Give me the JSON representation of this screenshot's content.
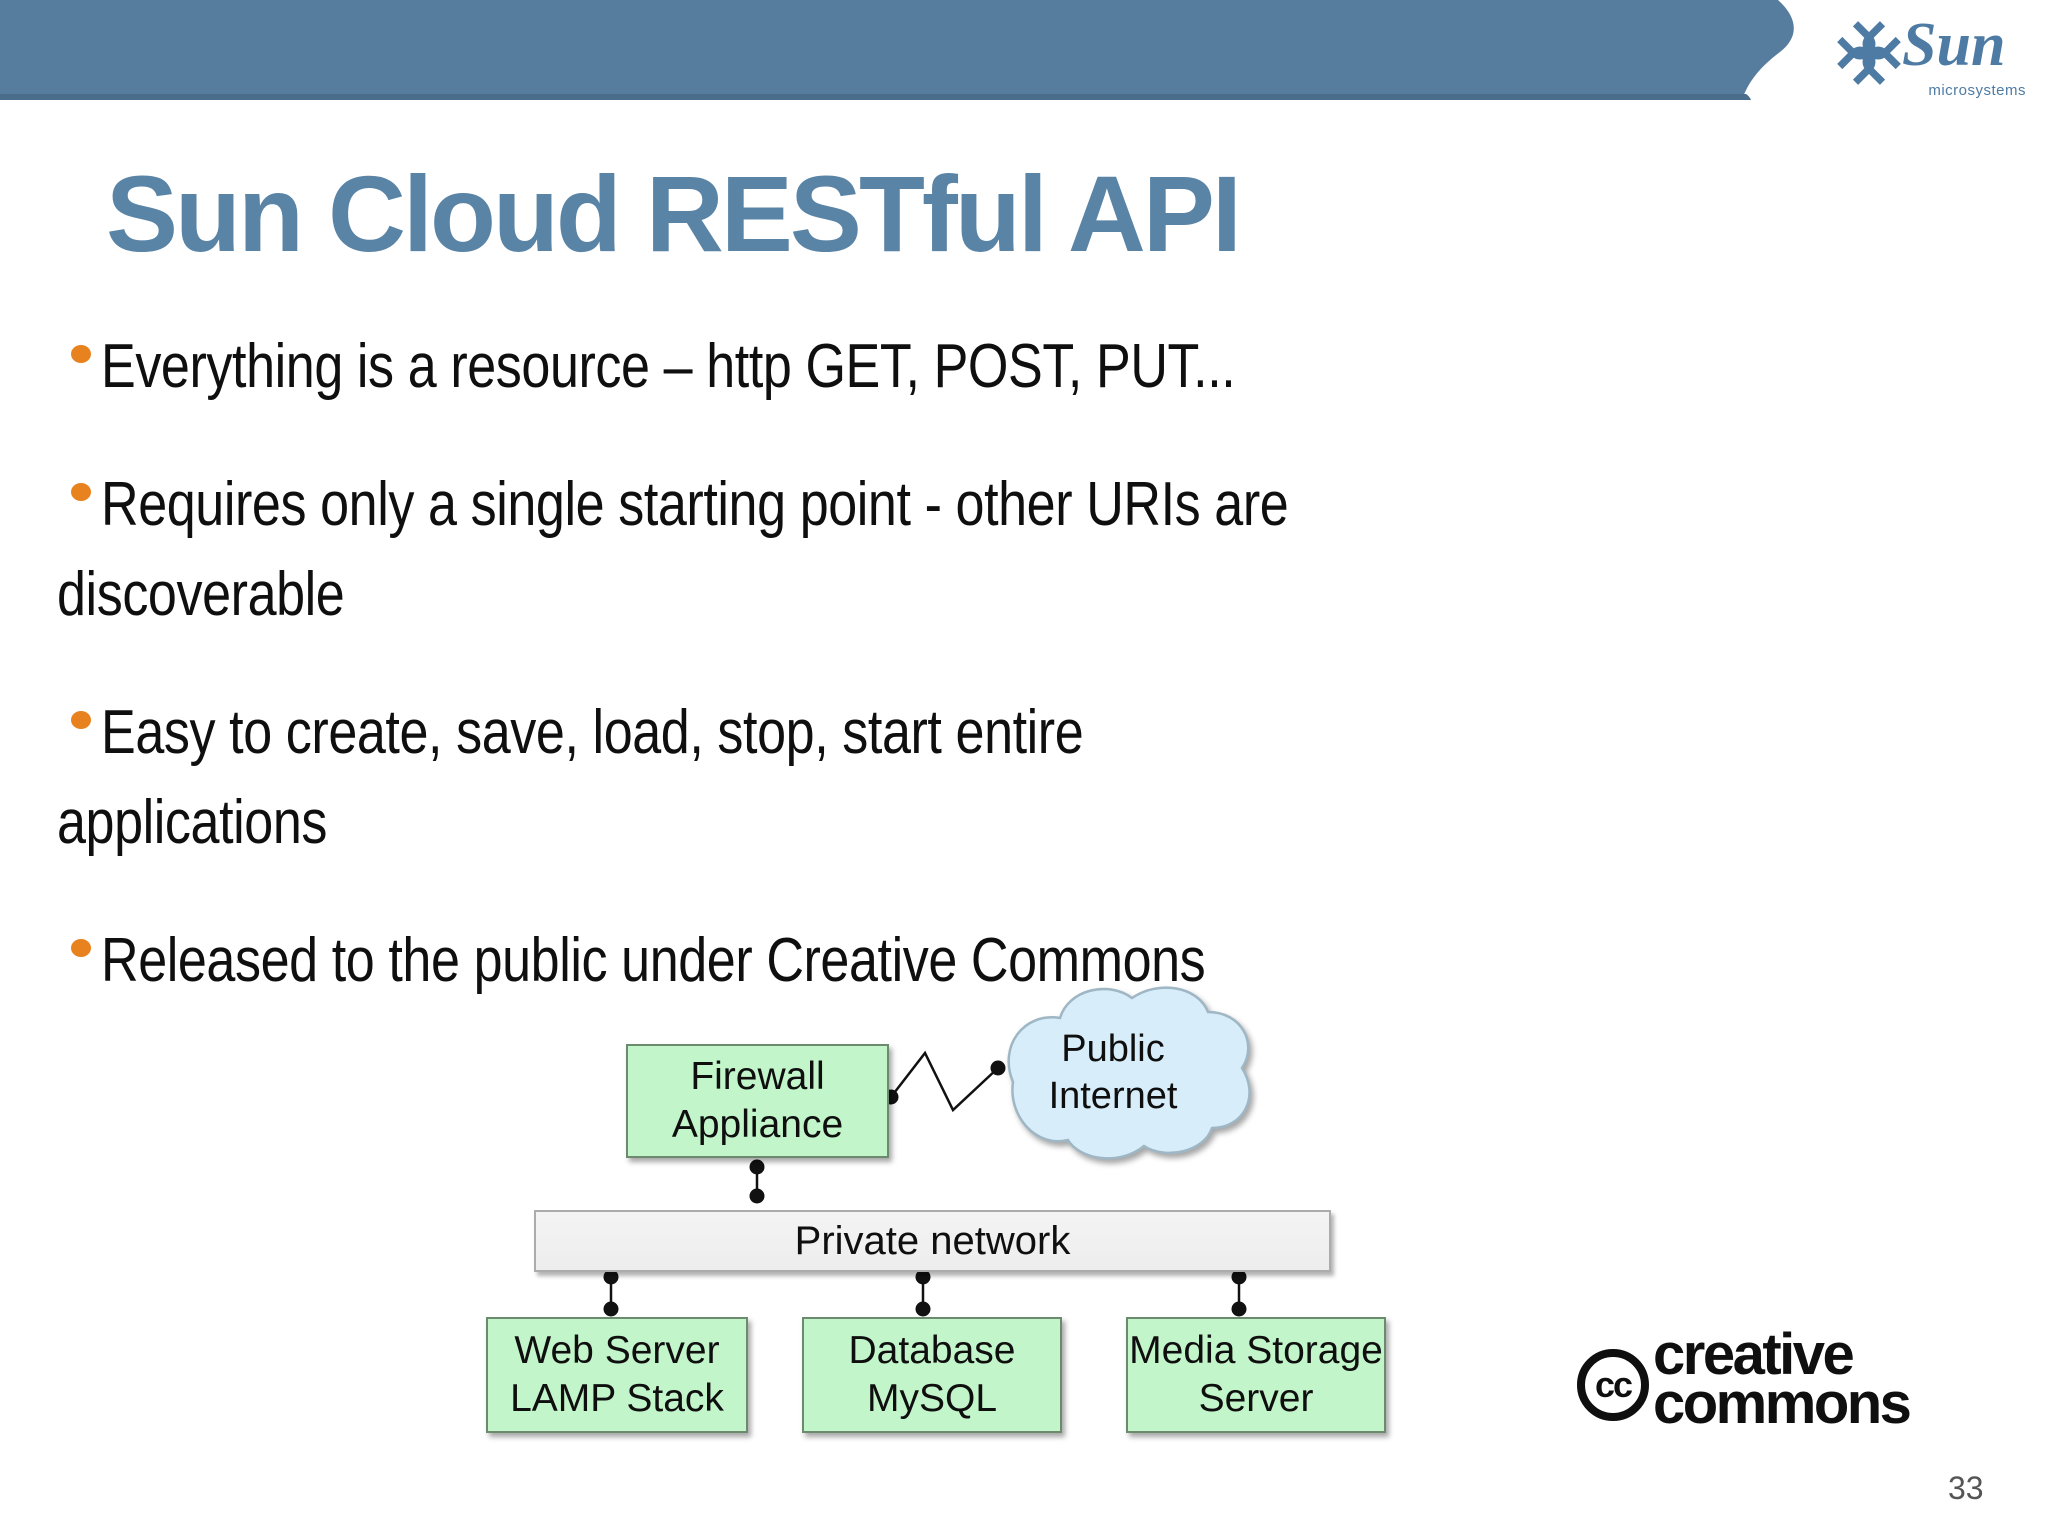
{
  "slide": {
    "title": "Sun Cloud RESTful API",
    "page_number": "33"
  },
  "header": {
    "brand": {
      "name": "Sun",
      "subtitle": "microsystems"
    }
  },
  "bullets": [
    {
      "lines": [
        "Everything is a resource – http GET, POST, PUT..."
      ]
    },
    {
      "lines": [
        "Requires only a single starting point - other URIs are",
        "discoverable"
      ]
    },
    {
      "lines": [
        "Easy to create, save, load, stop, start entire",
        "applications"
      ]
    },
    {
      "lines": [
        "Released to the public under Creative Commons"
      ]
    }
  ],
  "diagram": {
    "firewall": {
      "line1": "Firewall",
      "line2": "Appliance"
    },
    "cloud": {
      "line1": "Public",
      "line2": "Internet"
    },
    "network_bar": {
      "label": "Private network"
    },
    "servers": [
      {
        "line1": "Web Server",
        "line2": "LAMP Stack"
      },
      {
        "line1": "Database",
        "line2": "MySQL"
      },
      {
        "line1": "Media Storage",
        "line2": "Server"
      }
    ]
  },
  "footer": {
    "cc": {
      "symbol": "cc",
      "line1": "creative",
      "line2": "commons"
    }
  },
  "colors": {
    "header_blue": "#567D9E",
    "header_edge": "#4A6D8C",
    "title_blue": "#5A84A6",
    "sun_blue": "#4E7BA4",
    "bullet_orange": "#E8821E",
    "text_black": "#0F0F0F",
    "box_green": "#C3F5CA",
    "box_green_border": "#6B8A6E",
    "bar_gray": "#EDEDED",
    "bar_border": "#ACACAC",
    "cloud_blue": "#D7EDFA",
    "cloud_border": "#9FB6C4",
    "page_gray": "#555555",
    "line_black": "#111111"
  }
}
